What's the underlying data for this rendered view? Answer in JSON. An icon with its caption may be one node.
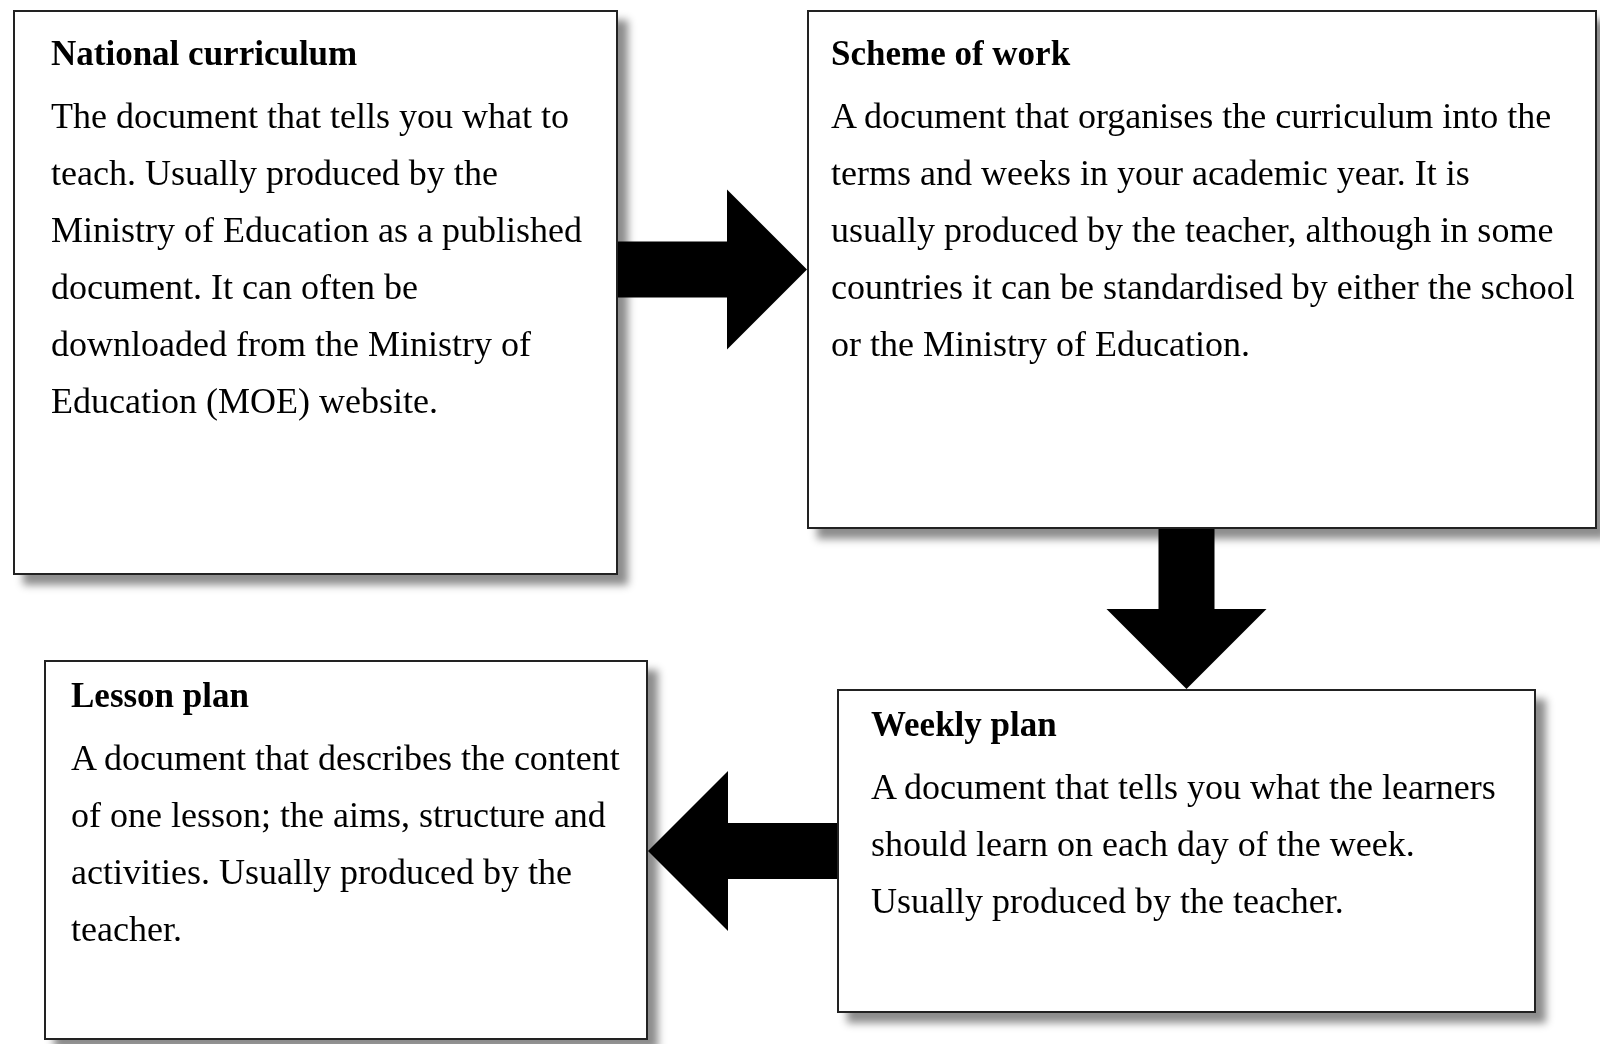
{
  "diagram": {
    "nodes": [
      {
        "text": [
          "National curriculum",
          "The document that tells you what to teach. Usually produced by the Ministry of Education as a published document. It can often be downloaded from the Ministry of Education (MOE) website."
        ]
      },
      {
        "text": [
          "Scheme of work",
          "A document that organises the curriculum into the terms and weeks in your academic year. It is usually produced by the teacher, although in some countries it can be standardised by either the school or the Ministry of Education."
        ]
      },
      {
        "text": [
          "Lesson plan",
          "A document that describes the content of one lesson; the aims, structure and activities. Usually produced by the teacher."
        ]
      },
      {
        "text": [
          "Weekly plan",
          "A document that tells you what the learners should learn on each day of the week. Usually produced by the teacher."
        ]
      }
    ],
    "edges": [
      {
        "from": 0,
        "to": 1,
        "arrow": "to",
        "style": "thick"
      },
      {
        "from": 1,
        "to": 3,
        "arrow": "to",
        "style": "thick"
      },
      {
        "from": 3,
        "to": 2,
        "arrow": "to",
        "style": "thick"
      }
    ]
  }
}
